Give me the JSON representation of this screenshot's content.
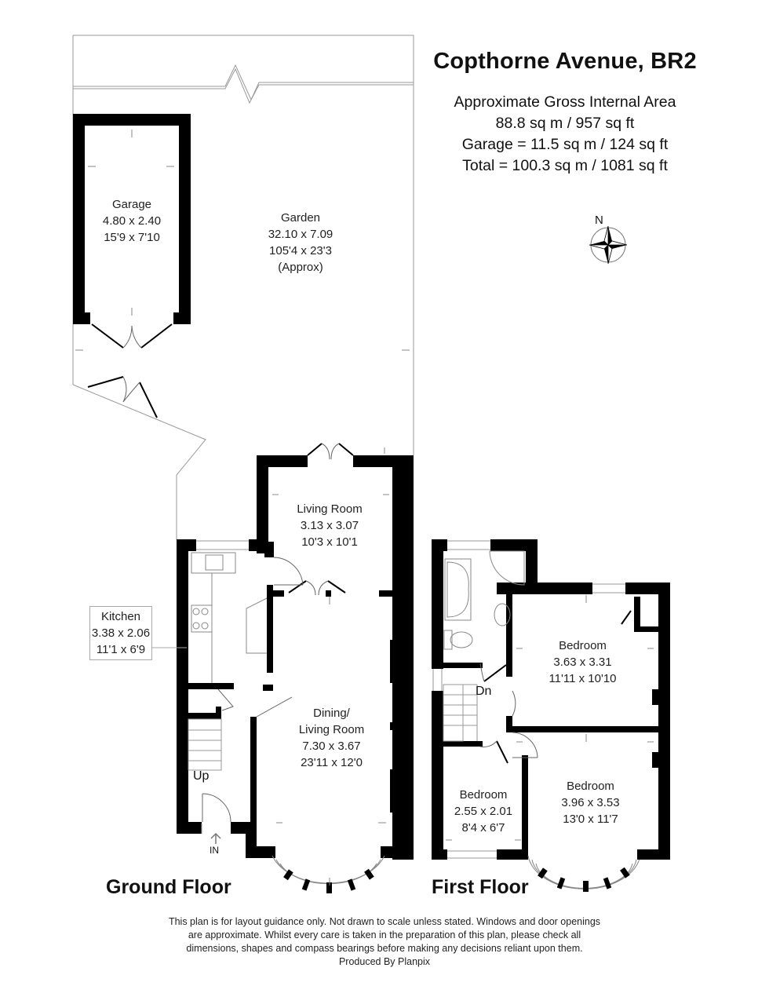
{
  "header": {
    "title": "Copthorne Avenue, BR2",
    "area_heading": "Approximate Gross Internal Area",
    "area_main": "88.8 sq m / 957 sq ft",
    "area_garage": "Garage =  11.5 sq m / 124 sq ft",
    "area_total": "Total = 100.3 sq m / 1081 sq ft"
  },
  "compass": {
    "label": "N",
    "icon": "north-compass-icon"
  },
  "rooms": {
    "garage": {
      "name": "Garage",
      "metric": "4.80 x 2.40",
      "imperial": "15'9 x 7'10"
    },
    "garden": {
      "name": "Garden",
      "metric": "32.10 x 7.09",
      "imperial": "105'4 x 23'3",
      "note": "(Approx)"
    },
    "living_room": {
      "name": "Living Room",
      "metric": "3.13 x 3.07",
      "imperial": "10'3 x 10'1"
    },
    "kitchen": {
      "name": "Kitchen",
      "metric": "3.38 x 2.06",
      "imperial": "11'1 x 6'9"
    },
    "dining_living": {
      "name_line1": "Dining/",
      "name_line2": "Living Room",
      "metric": "7.30 x 3.67",
      "imperial": "23'11 x 12'0"
    },
    "bedroom1": {
      "name": "Bedroom",
      "metric": "3.63 x 3.31",
      "imperial": "11'11 x 10'10"
    },
    "bedroom2": {
      "name": "Bedroom",
      "metric": "2.55 x 2.01",
      "imperial": "8'4 x 6'7"
    },
    "bedroom3": {
      "name": "Bedroom",
      "metric": "3.96 x 3.53",
      "imperial": "13'0 x 11'7"
    }
  },
  "markers": {
    "up": "Up",
    "down": "Dn",
    "entrance": "IN"
  },
  "floors": {
    "ground": "Ground Floor",
    "first": "First Floor"
  },
  "footer": {
    "line1": "This plan is for layout guidance only. Not drawn to scale unless stated. Windows and door openings",
    "line2": "are approximate. Whilst every care is taken in the preparation of this plan, please check all",
    "line3": "dimensions, shapes and compass bearings before making any decisions reliant upon them.",
    "line4": "Produced By Planpix"
  },
  "colors": {
    "wall": "#000000",
    "line": "#999999",
    "background": "#ffffff"
  }
}
